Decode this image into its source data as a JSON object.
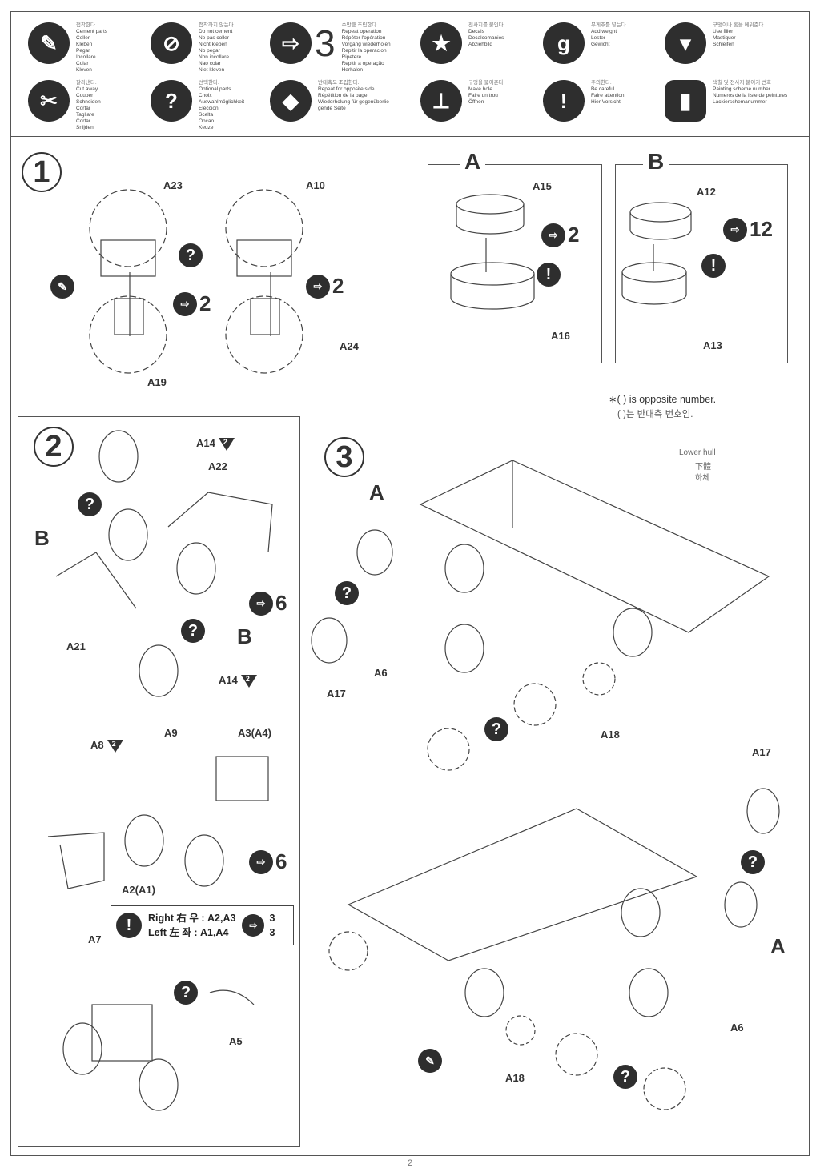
{
  "legend": [
    {
      "icon": "cement-icon",
      "ko": "접착한다.",
      "lines": [
        "Cement parts",
        "Coller",
        "Kleben",
        "Pegar",
        "Incollare",
        "Colar",
        "Kleven"
      ]
    },
    {
      "icon": "no-cement-icon",
      "ko": "접착하지 않는다.",
      "lines": [
        "Do not cement",
        "Ne pas coller",
        "Nicht kleben",
        "No pegar",
        "Non incollare",
        "Nao colar",
        "Niet kleven"
      ]
    },
    {
      "icon": "repeat-icon",
      "big": "3",
      "ko": "수만큼 조립한다.",
      "lines": [
        "Repeat operation",
        "Répéter l'opération",
        "Vorgang wiederholen",
        "Repitir la operacion",
        "Ripetere",
        "Repitir a operação",
        "Herhalen"
      ]
    },
    {
      "icon": "star-decal-icon",
      "ko": "전사지를 붙인다.",
      "lines": [
        "Decals",
        "Decalcomanies",
        "Abziehbild"
      ]
    },
    {
      "icon": "weight-icon",
      "glyph": "g",
      "ko": "무게추를 넣는다.",
      "lines": [
        "Add weight",
        "Lester",
        "Gewicht"
      ]
    },
    {
      "icon": "filler-icon",
      "ko": "구멍이나 홈을 메워준다.",
      "lines": [
        "Use filler",
        "Mastiquer",
        "Schleifen"
      ]
    },
    {
      "icon": "cut-away-icon",
      "ko": "잘라낸다.",
      "lines": [
        "Cut away",
        "Couper",
        "Schneiden",
        "Cortar",
        "Tagliare",
        "Cortar",
        "Snijden"
      ]
    },
    {
      "icon": "optional-parts-icon",
      "glyph": "?",
      "ko": "선택한다.",
      "lines": [
        "Optional parts",
        "Choix",
        "Auswahlmöglichkeit",
        "Eleccion",
        "Scelta",
        "Opcao",
        "Keuze"
      ]
    },
    {
      "icon": "opposite-side-icon",
      "ko": "반대측도 조립한다.",
      "lines": [
        "Repeat for opposite side",
        "Répétition de la page",
        "Wiederholung für gegenüberlie-",
        "gende Seite"
      ]
    },
    {
      "icon": "make-hole-icon",
      "ko": "구멍을 뚫어준다.",
      "lines": [
        "Make hole",
        "Faire un trou",
        "Öffnen"
      ]
    },
    {
      "icon": "be-careful-icon",
      "glyph": "!",
      "ko": "주의한다.",
      "lines": [
        "Be careful",
        "Faire attention",
        "Hier Vorsicht"
      ]
    },
    {
      "icon": "painting-scheme-icon",
      "ko": "색칠 및 전사지 붙이기 번호",
      "lines": [
        "Painting scheme number",
        "Numeros de la liste de peintures",
        "Lackierschemanummer"
      ]
    }
  ],
  "step1": {
    "number": "1",
    "parts": [
      "A23",
      "A10",
      "A19",
      "A24"
    ],
    "repeat_left": "2",
    "repeat_right": "2"
  },
  "subA": {
    "title": "A",
    "parts": [
      "A15",
      "A16"
    ],
    "repeat": "2"
  },
  "subB": {
    "title": "B",
    "parts": [
      "A12",
      "A13"
    ],
    "repeat": "12"
  },
  "opposite_note": {
    "en": "∗(   ) is opposite number.",
    "ko": "(   )는 반대측 번호임."
  },
  "step2": {
    "number": "2",
    "labels": {
      "a14_top": "A14",
      "a22": "A22",
      "b_left": "B",
      "b_right": "B",
      "a21": "A21",
      "a14_bottom": "A14",
      "a8": "A8",
      "a9": "A9",
      "a3": "A3(A4)",
      "a2": "A2(A1)",
      "a7": "A7",
      "a5": "A5"
    },
    "paint_num": "2",
    "repeat_upper": "6",
    "repeat_lower": "6",
    "info": {
      "right_label": "Right 右 우",
      "right_parts": "A2,A3",
      "right_count": "3",
      "left_label": "Left 左 좌",
      "left_parts": "A1,A4",
      "left_count": "3"
    }
  },
  "step3": {
    "number": "3",
    "lower_hull": [
      "Lower hull",
      "下體",
      "하체"
    ],
    "labels": {
      "a_top": "A",
      "a17_top": "A17",
      "a6_top": "A6",
      "a18_top": "A18",
      "a17_bottom": "A17",
      "a_bottom": "A",
      "a6_bottom": "A6",
      "a18_bottom": "A18"
    }
  },
  "page_number": "2"
}
